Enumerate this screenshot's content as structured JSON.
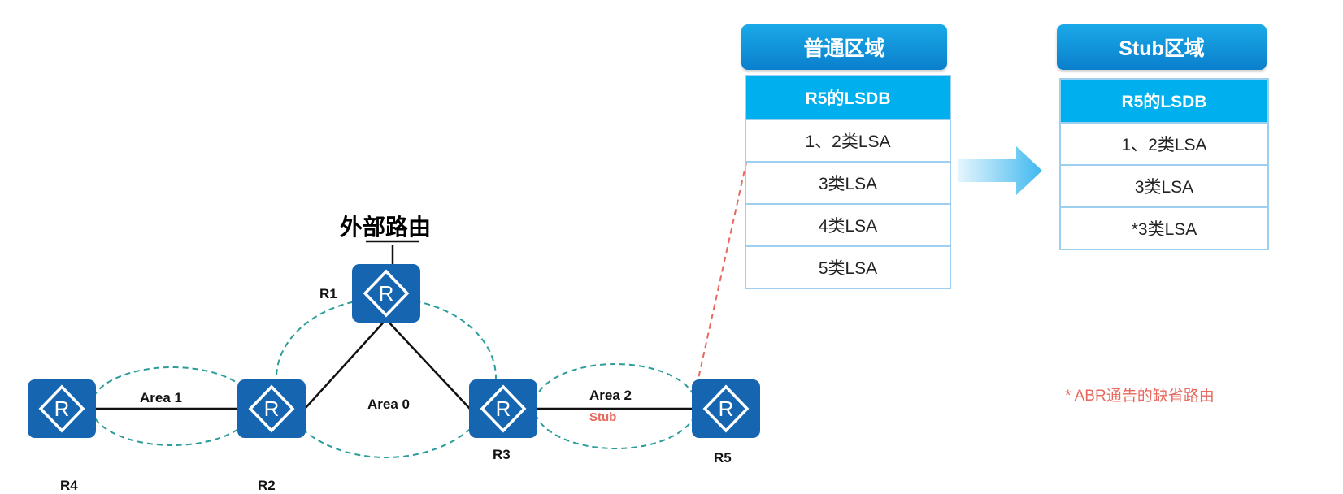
{
  "external_route_label": "外部路由",
  "routers": [
    {
      "id": "R1",
      "label": "R1"
    },
    {
      "id": "R2",
      "label": "R2"
    },
    {
      "id": "R3",
      "label": "R3"
    },
    {
      "id": "R4",
      "label": "R4"
    },
    {
      "id": "R5",
      "label": "R5"
    }
  ],
  "router_glyph": "R",
  "areas": {
    "area1": "Area 1",
    "area0": "Area 0",
    "area2": "Area 2",
    "area2_type": "Stub"
  },
  "normal_area": {
    "title": "普通区域",
    "table_header": "R5的LSDB",
    "rows": [
      "1、2类LSA",
      "3类LSA",
      "4类LSA",
      "5类LSA"
    ]
  },
  "stub_area": {
    "title": "Stub区域",
    "table_header": "R5的LSDB",
    "rows": [
      "1、2类LSA",
      "3类LSA",
      "*3类LSA"
    ]
  },
  "footnote": "* ABR通告的缺省路由",
  "colors": {
    "router": "#1565b0",
    "area_outline": "#2a9d9a",
    "highlight": "#e8685e",
    "header": "#00b0ee"
  }
}
